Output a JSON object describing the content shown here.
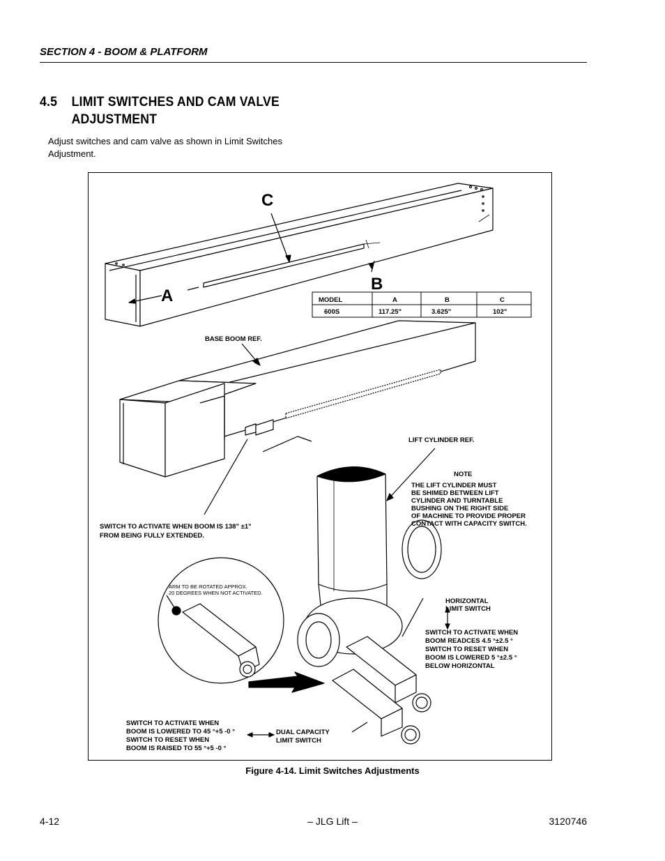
{
  "header": {
    "section": "SECTION 4 - BOOM & PLATFORM"
  },
  "heading": {
    "number": "4.5",
    "line1": "LIMIT SWITCHES AND CAM VALVE",
    "line2": "ADJUSTMENT"
  },
  "intro": "Adjust switches and cam valve as shown in Limit Switches Adjustment.",
  "figure": {
    "letters": {
      "a": "A",
      "b": "B",
      "c": "C"
    },
    "table": {
      "headers": [
        "MODEL",
        "A",
        "B",
        "C"
      ],
      "rows": [
        [
          "600S",
          "117.25\"",
          "3.625\"",
          "102\""
        ]
      ]
    },
    "labels": {
      "base_boom_ref": "BASE BOOM REF.",
      "lift_cylinder_ref": "LIFT CYLINDER REF.",
      "note_title": "NOTE",
      "note_lines": [
        "THE LIFT CYLINDER MUST",
        "BE SHIMED BETWEEN LIFT",
        "CYLINDER AND TURNTABLE",
        "BUSHING ON THE RIGHT SIDE",
        "OF MACHINE TO PROVIDE PROPER",
        "CONTACT WITH CAPACITY SWITCH."
      ],
      "switch_extended": [
        "SWITCH TO ACTIVATE WHEN BOOM IS 138\"  ±1\"",
        "FROM BEING FULLY EXTENDED."
      ],
      "arm_rotated": [
        "ARM TO BE ROTATED APPROX.",
        "20 DEGREES WHEN NOT ACTIVATED."
      ],
      "horizontal": [
        "HORIZONTAL",
        "LIMIT SWITCH"
      ],
      "horizontal_detail": [
        "SWITCH TO ACTIVATE WHEN",
        "BOOM READCES 4.5 °±2.5 °",
        "SWITCH TO RESET WHEN",
        "BOOM IS LOWERED 5 °±2.5 °",
        "BELOW HORIZONTAL"
      ],
      "lowered": [
        "SWITCH TO ACTIVATE WHEN",
        "BOOM IS LOWERED TO 45 °+5 -0 °",
        "SWITCH TO RESET WHEN",
        "BOOM IS RAISED TO 55 °+5 -0 °"
      ],
      "dual": [
        "DUAL CAPACITY",
        "LIMIT SWITCH"
      ]
    },
    "caption": "Figure 4-14.  Limit Switches Adjustments"
  },
  "footer": {
    "page": "4-12",
    "center": "– JLG Lift –",
    "doc": "3120746"
  }
}
